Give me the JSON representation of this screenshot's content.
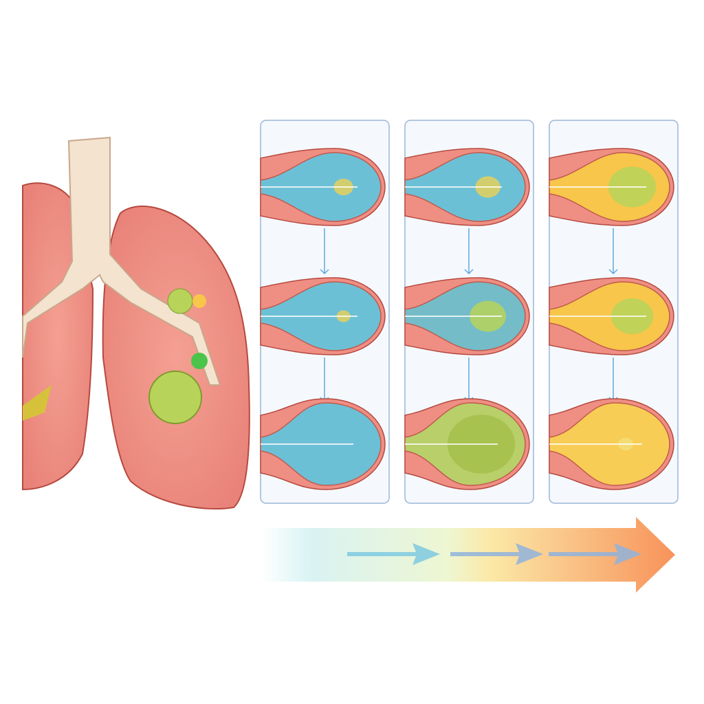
{
  "colors": {
    "lung_tissue": "#ef8f84",
    "lung_outline": "#b5483f",
    "airway": "#f3e3cf",
    "infection_green": "#b7d35a",
    "infection_yellow": "#f7c64a",
    "healthy_blue": "#6cc0d6",
    "panel_border": "#9bb5d6",
    "panel_fill": "#f5f9fd",
    "arrow_start": "#d9f3f3",
    "arrow_mid": "#fbe9a8",
    "arrow_end": "#f8925a",
    "small_arrow": "#7ec9e0"
  },
  "panels": [
    {
      "stages": [
        {
          "fill": "#6cc0d6",
          "spots": "#e5d05a",
          "spot_level": 0.2
        },
        {
          "fill": "#6cc0d6",
          "spots": "#e5d05a",
          "spot_level": 0.1
        },
        {
          "fill": "#6cc0d6",
          "spots": "#e5d05a",
          "spot_level": 0
        }
      ]
    },
    {
      "stages": [
        {
          "fill": "#6cc0d6",
          "spots": "#e5d05a",
          "spot_level": 0.3
        },
        {
          "fill": "#74bcc8",
          "spots": "#b7d35a",
          "spot_level": 0.5
        },
        {
          "fill": "#b9cf6a",
          "spots": "#a4c04a",
          "spot_level": 0.9
        }
      ]
    },
    {
      "stages": [
        {
          "fill": "#f7c64a",
          "spots": "#b7d35a",
          "spot_level": 0.7
        },
        {
          "fill": "#f7c64a",
          "spots": "#b7d35a",
          "spot_level": 0.6
        },
        {
          "fill": "#f8cd55",
          "spots": "#f3de7a",
          "spot_level": 0.1
        }
      ]
    }
  ],
  "progression_arrow": {
    "small_arrows": 3
  }
}
